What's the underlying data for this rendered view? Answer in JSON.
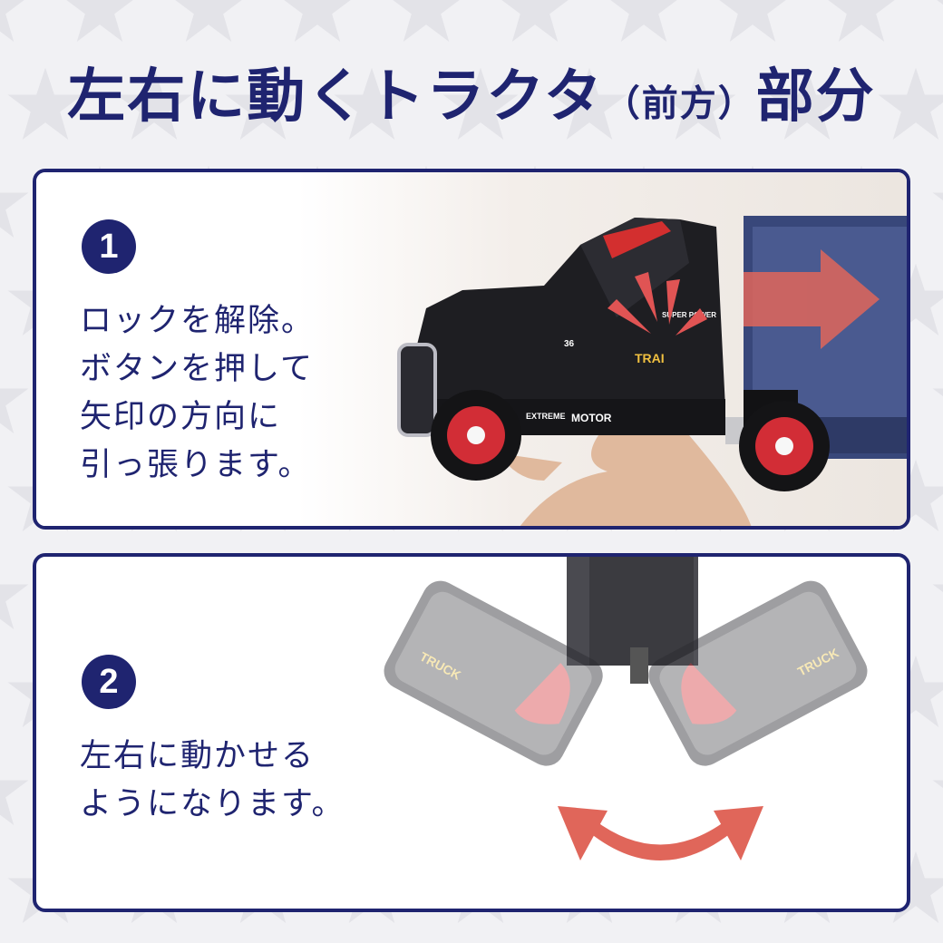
{
  "title": {
    "main_before": "左右に動くトラクタ",
    "paren": "（前方）",
    "main_after": "部分"
  },
  "steps": [
    {
      "number": "1",
      "lines": [
        "ロックを解除。",
        "ボタンを押して",
        "矢印の方向に",
        "引っ張ります。"
      ],
      "product_text": [
        "EXTREME",
        "MOTOR",
        "TRAI",
        "SUPER POWER",
        "36"
      ]
    },
    {
      "number": "2",
      "lines": [
        "左右に動かせる",
        "ようになります。"
      ],
      "product_text": [
        "TRUCK",
        "TRUCK"
      ]
    }
  ],
  "colors": {
    "navy": "#1f2470",
    "arrow": "#e0665a",
    "background": "#f1f1f4"
  },
  "icons": [
    "star-pattern",
    "pull-arrow-icon",
    "swing-arrow-icon"
  ]
}
